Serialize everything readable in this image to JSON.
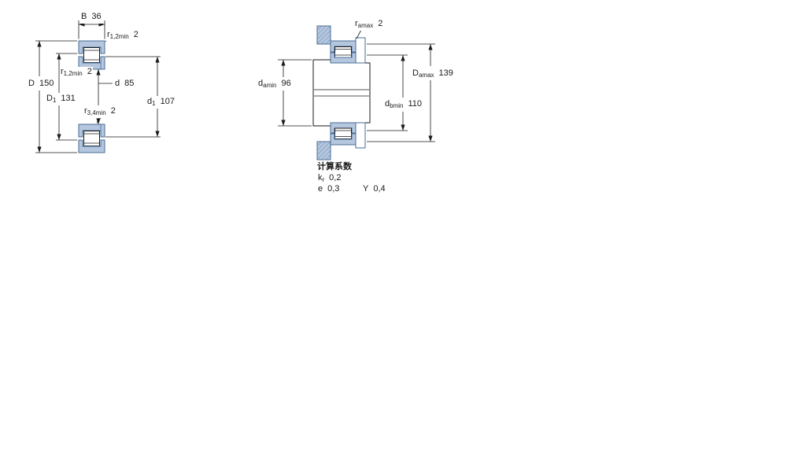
{
  "colors": {
    "ring_fill": "#b5c7de",
    "ring_stroke": "#4a6d96",
    "line": "#1a1a1a"
  },
  "left_figure": {
    "dims": {
      "B": {
        "main": "B",
        "sub": "",
        "value": "36"
      },
      "r12_top": {
        "main": "r",
        "sub": "1,2min",
        "value": "2"
      },
      "D": {
        "main": "D",
        "sub": "",
        "value": "150"
      },
      "r12_mid": {
        "main": "r",
        "sub": "1,2min",
        "value": "2"
      },
      "d": {
        "main": "d",
        "sub": "",
        "value": "85"
      },
      "D1": {
        "main": "D",
        "sub": "1",
        "value": "131"
      },
      "r34": {
        "main": "r",
        "sub": "3,4min",
        "value": "2"
      },
      "d1": {
        "main": "d",
        "sub": "1",
        "value": "107"
      }
    }
  },
  "right_figure": {
    "dims": {
      "ra": {
        "main": "r",
        "sub": "amax",
        "value": "2"
      },
      "da": {
        "main": "d",
        "sub": "amin",
        "value": "96"
      },
      "Da": {
        "main": "D",
        "sub": "amax",
        "value": "139"
      },
      "db": {
        "main": "d",
        "sub": "bmin",
        "value": "110"
      }
    }
  },
  "factors": {
    "title": "计算系数",
    "items": [
      {
        "main": "k",
        "sub": "r",
        "value": "0,2"
      },
      {
        "main": "e",
        "sub": "",
        "value": "0,3"
      },
      {
        "main": "Y",
        "sub": "",
        "value": "0,4"
      }
    ]
  }
}
